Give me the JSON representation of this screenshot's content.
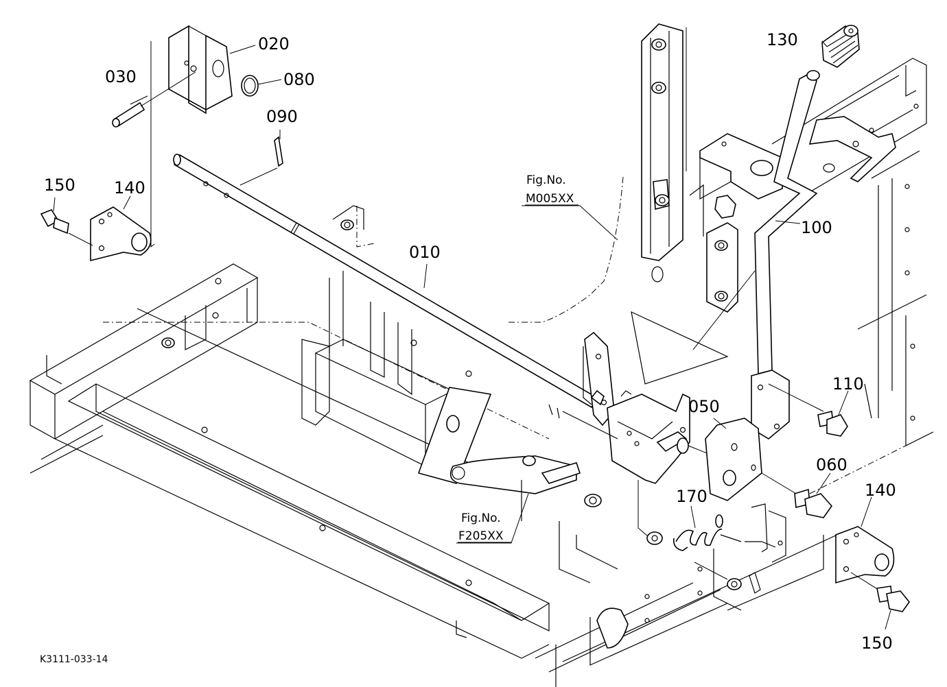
{
  "parts": [
    {
      "id": "p010",
      "number": "010"
    },
    {
      "id": "p020",
      "number": "020"
    },
    {
      "id": "p030",
      "number": "030"
    },
    {
      "id": "p050",
      "number": "050"
    },
    {
      "id": "p060",
      "number": "060"
    },
    {
      "id": "p080",
      "number": "080"
    },
    {
      "id": "p090",
      "number": "090"
    },
    {
      "id": "p100",
      "number": "100"
    },
    {
      "id": "p110",
      "number": "110"
    },
    {
      "id": "p130",
      "number": "130"
    },
    {
      "id": "p140a",
      "number": "140"
    },
    {
      "id": "p140b",
      "number": "140"
    },
    {
      "id": "p150a",
      "number": "150"
    },
    {
      "id": "p150b",
      "number": "150"
    },
    {
      "id": "p170",
      "number": "170"
    }
  ],
  "figure_refs": [
    {
      "title": "Fig.No.",
      "code": "M005XX"
    },
    {
      "title": "Fig.No.",
      "code": "F205XX"
    }
  ],
  "diagram_code": "K3111-033-14"
}
